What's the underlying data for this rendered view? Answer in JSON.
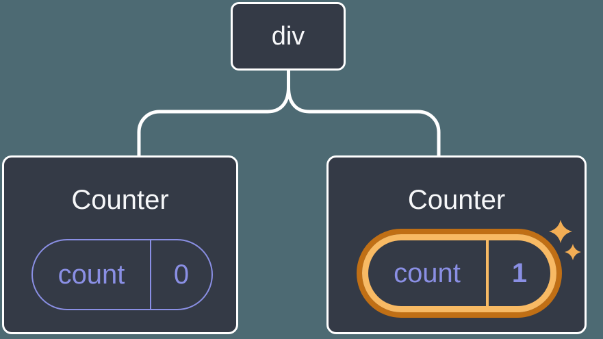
{
  "tree": {
    "root": {
      "label": "div"
    },
    "children": [
      {
        "title": "Counter",
        "state": {
          "key": "count",
          "value": "0"
        },
        "highlighted": false
      },
      {
        "title": "Counter",
        "state": {
          "key": "count",
          "value": "1"
        },
        "highlighted": true
      }
    ]
  },
  "icons": [
    {
      "name": "sparkle-icon",
      "meaning": "state-updated-highlight"
    }
  ],
  "colors": {
    "bg": "#4D6A73",
    "card": "#343A46",
    "line": "#FFFFFF",
    "text": "#F6F7F9",
    "purple": "#8A8FE4",
    "orangeDark": "#C06F15",
    "orangeLight": "#F8BA64",
    "sparkle": "#F3AE55"
  }
}
